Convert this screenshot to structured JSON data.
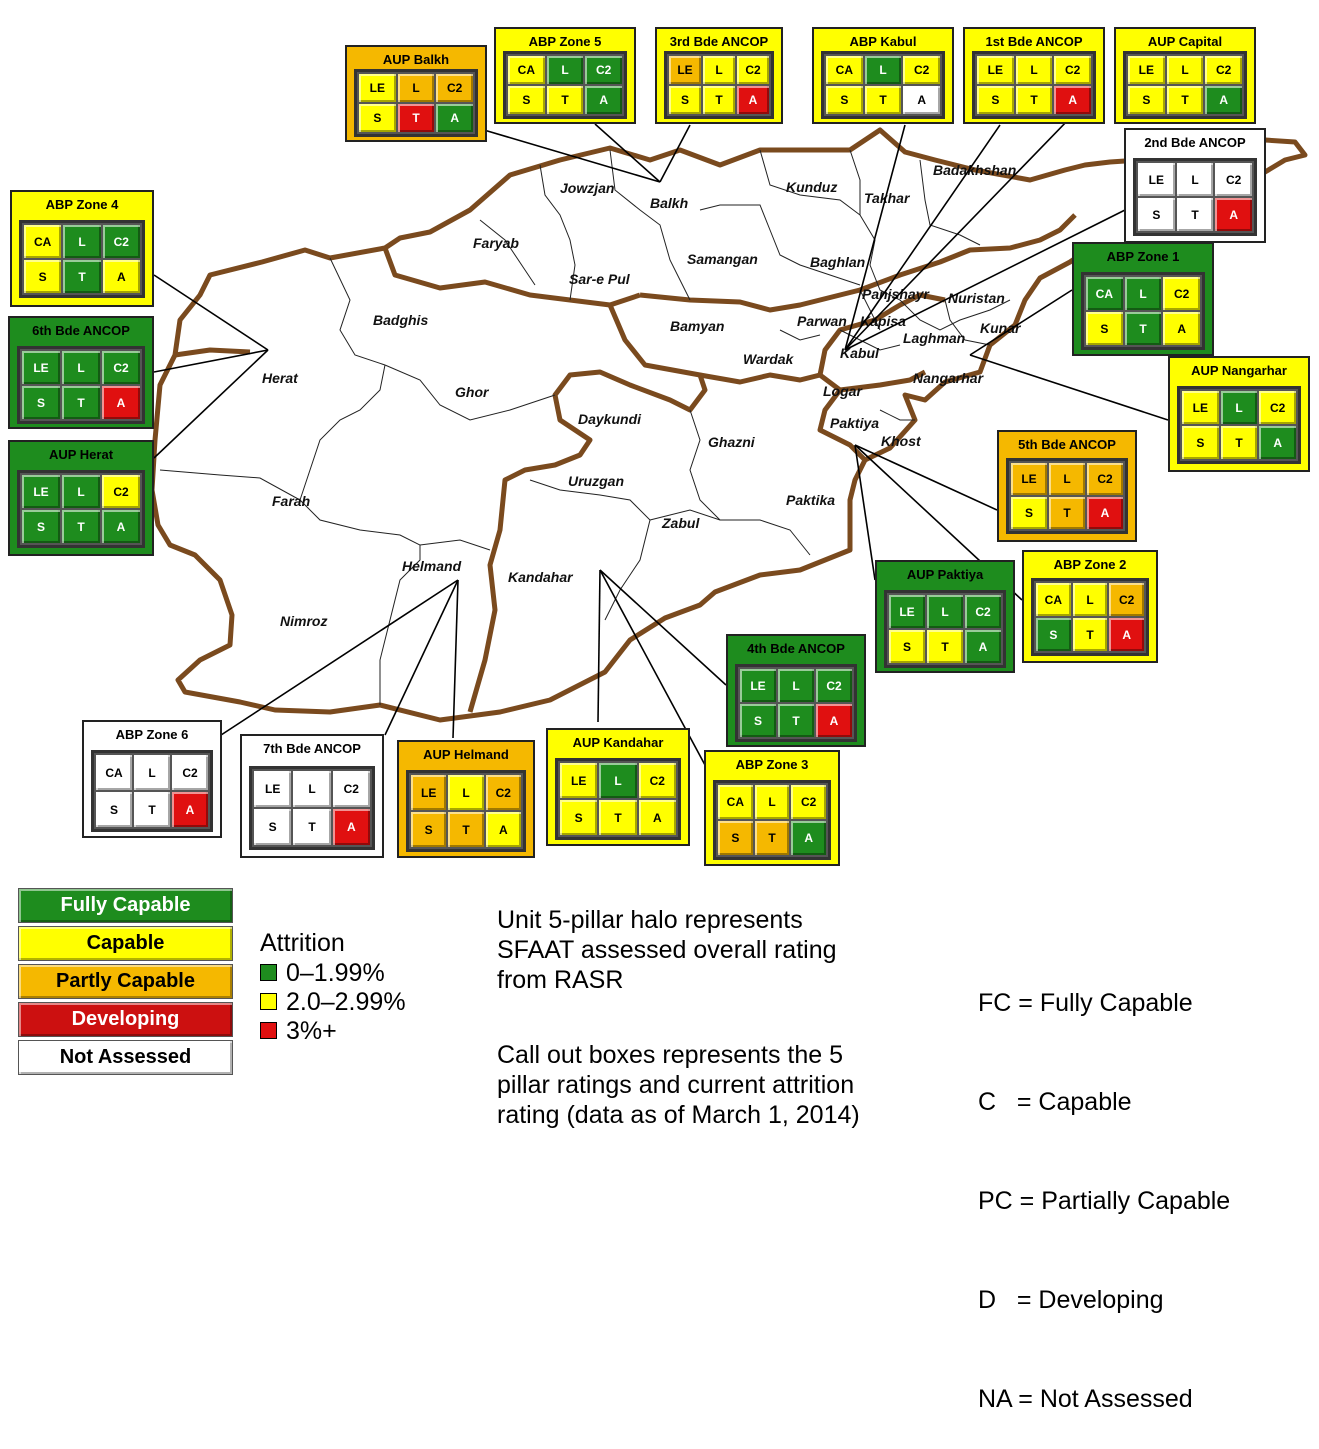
{
  "colors": {
    "fully_capable": "#1e8c1e",
    "capable": "#ffff00",
    "partly_capable": "#f5b800",
    "developing": "#e01010",
    "not_assessed": "#ffffff",
    "border": "#7a4a1e"
  },
  "provinces": [
    "Jowzjan",
    "Balkh",
    "Kunduz",
    "Takhar",
    "Badakhshan",
    "Faryab",
    "Samangan",
    "Baghlan",
    "Sar-e Pul",
    "Badghis",
    "Panjshayr",
    "Nuristan",
    "Kunar",
    "Bamyan",
    "Parwan",
    "Kapisa",
    "Laghman",
    "Kabul",
    "Wardak",
    "Herat",
    "Ghor",
    "Logar",
    "Nangarhar",
    "Daykundi",
    "Paktiya",
    "Khost",
    "Ghazni",
    "Uruzgan",
    "Farah",
    "Zabul",
    "Paktika",
    "Helmand",
    "Kandahar",
    "Nimroz"
  ],
  "units": [
    {
      "name": "AUP Balkh",
      "cells": [
        "LE",
        "L",
        "C2",
        "S",
        "T",
        "A"
      ]
    },
    {
      "name": "ABP Zone 5",
      "cells": [
        "CA",
        "L",
        "C2",
        "S",
        "T",
        "A"
      ]
    },
    {
      "name": "3rd Bde ANCOP",
      "cells": [
        "LE",
        "L",
        "C2",
        "S",
        "T",
        "A"
      ]
    },
    {
      "name": "ABP Kabul",
      "cells": [
        "CA",
        "L",
        "C2",
        "S",
        "T",
        "A"
      ]
    },
    {
      "name": "1st Bde ANCOP",
      "cells": [
        "LE",
        "L",
        "C2",
        "S",
        "T",
        "A"
      ]
    },
    {
      "name": "AUP Capital",
      "cells": [
        "LE",
        "L",
        "C2",
        "S",
        "T",
        "A"
      ]
    },
    {
      "name": "2nd Bde ANCOP",
      "cells": [
        "LE",
        "L",
        "C2",
        "S",
        "T",
        "A"
      ]
    },
    {
      "name": "ABP Zone 4",
      "cells": [
        "CA",
        "L",
        "C2",
        "S",
        "T",
        "A"
      ]
    },
    {
      "name": "ABP Zone 1",
      "cells": [
        "CA",
        "L",
        "C2",
        "S",
        "T",
        "A"
      ]
    },
    {
      "name": "6th Bde ANCOP",
      "cells": [
        "LE",
        "L",
        "C2",
        "S",
        "T",
        "A"
      ]
    },
    {
      "name": "AUP Nangarhar",
      "cells": [
        "LE",
        "L",
        "C2",
        "S",
        "T",
        "A"
      ]
    },
    {
      "name": "AUP Herat",
      "cells": [
        "LE",
        "L",
        "C2",
        "S",
        "T",
        "A"
      ]
    },
    {
      "name": "5th Bde ANCOP",
      "cells": [
        "LE",
        "L",
        "C2",
        "S",
        "T",
        "A"
      ]
    },
    {
      "name": "ABP Zone 2",
      "cells": [
        "CA",
        "L",
        "C2",
        "S",
        "T",
        "A"
      ]
    },
    {
      "name": "AUP Paktiya",
      "cells": [
        "LE",
        "L",
        "C2",
        "S",
        "T",
        "A"
      ]
    },
    {
      "name": "4th Bde ANCOP",
      "cells": [
        "LE",
        "L",
        "C2",
        "S",
        "T",
        "A"
      ]
    },
    {
      "name": "ABP Zone 6",
      "cells": [
        "CA",
        "L",
        "C2",
        "S",
        "T",
        "A"
      ]
    },
    {
      "name": "7th Bde ANCOP",
      "cells": [
        "LE",
        "L",
        "C2",
        "S",
        "T",
        "A"
      ]
    },
    {
      "name": "AUP Helmand",
      "cells": [
        "LE",
        "L",
        "C2",
        "S",
        "T",
        "A"
      ]
    },
    {
      "name": "AUP Kandahar",
      "cells": [
        "LE",
        "L",
        "C2",
        "S",
        "T",
        "A"
      ]
    },
    {
      "name": "ABP Zone 3",
      "cells": [
        "CA",
        "L",
        "C2",
        "S",
        "T",
        "A"
      ]
    }
  ],
  "legend": {
    "ratings": [
      "Fully Capable",
      "Capable",
      "Partly Capable",
      "Developing",
      "Not Assessed"
    ],
    "attrition_title": "Attrition",
    "attrition": [
      "0–1.99%",
      "2.0–2.99%",
      "3%+"
    ]
  },
  "notes": {
    "halo": [
      "Unit 5-pillar halo represents",
      "SFAAT assessed overall rating",
      "from RASR"
    ],
    "callout": [
      "Call out boxes represents the 5",
      "pillar ratings and current attrition",
      "rating (data as of March 1, 2014)"
    ]
  },
  "abbreviations": [
    "FC = Fully Capable",
    "C   = Capable",
    "PC = Partially Capable",
    "D   = Developing",
    "NA = Not Assessed"
  ]
}
